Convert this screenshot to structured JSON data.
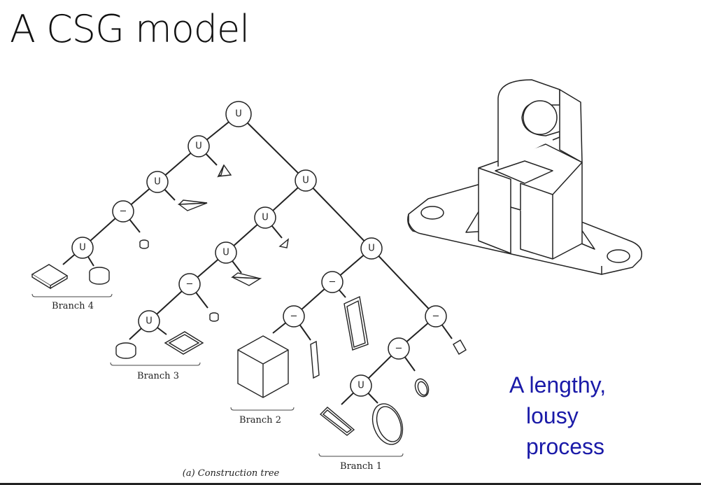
{
  "slide": {
    "title": "A CSG model",
    "caption": {
      "line1": "A lengthy,",
      "line2": "lousy",
      "line3": "process"
    }
  },
  "tree": {
    "operators": {
      "union": "U",
      "difference": "−"
    },
    "branch_labels": [
      "Branch 4",
      "Branch 3",
      "Branch 2",
      "Branch 1"
    ],
    "figure_caption": "(a) Construction tree"
  },
  "colors": {
    "caption": "#1a1aa8",
    "lines": "#222222"
  }
}
